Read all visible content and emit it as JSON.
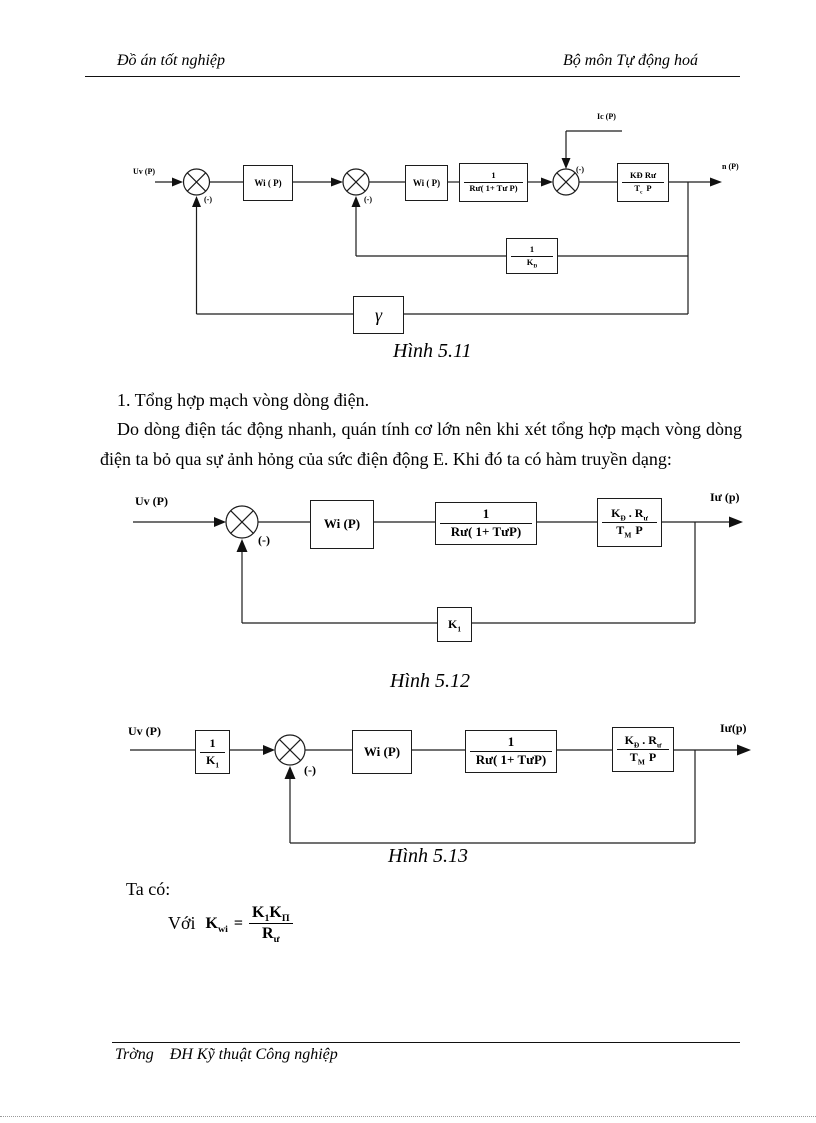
{
  "header": {
    "left": "Đồ án tốt nghiệp",
    "right": "Bộ môn Tự động hoá"
  },
  "section": {
    "heading": "1. Tổng hợp mạch vòng dòng điện.",
    "paragraph": "Do dòng điện tác động nhanh, quán tính cơ lớn nên khi xét tổng hợp mạch vòng dòng điện ta bỏ qua sự ảnh hỏng  của sức điện động E. Khi đó ta có hàm truyền dạng:",
    "ta_co": "Ta có:",
    "voi": "Với"
  },
  "diagram1": {
    "caption": "Hình 5.11",
    "input_label": "Uv (P)",
    "load_label": "Ic (P)",
    "output_label": "n (P)",
    "minus1": "(-)",
    "minus2": "(-)",
    "minus3": "(-)",
    "wi1": "Wi ( P)",
    "wi2": "Wi ( P)",
    "plant_num": "1",
    "plant_den": "Rư( 1+ Tư P)",
    "mech_num": "KĐ Rư",
    "mech_den_b": "T",
    "mech_den_s": "c",
    "mech_den_r": "P",
    "fb1_num": "1",
    "fb1_den_b": "K",
    "fb1_den_s": "Đ",
    "fb2": "γ"
  },
  "diagram2": {
    "caption": "Hình 5.12",
    "input_label": "Uv (P)",
    "output_label": "Iư (p)",
    "minus": "(-)",
    "wi": "Wi (P)",
    "plant_num": "1",
    "plant_den": "Rư( 1+ TưP)",
    "gain_num_b1": "K",
    "gain_num_s1": "Đ",
    "gain_num_m": " . R",
    "gain_num_s2": "ư",
    "gain_den_b": "T",
    "gain_den_s": "M",
    "gain_den_r": "P",
    "fb_b": "K",
    "fb_s": "1"
  },
  "diagram3": {
    "caption": "Hình 5.13",
    "input_label": "Uv (P)",
    "output_label": "Iư(p)",
    "minus": "(-)",
    "scale_num": "1",
    "scale_den_b": "K",
    "scale_den_s": "1",
    "wi": "Wi (P)",
    "plant_num": "1",
    "plant_den": "Rư( 1+ TưP)",
    "gain_num_b1": "K",
    "gain_num_s1": "Đ",
    "gain_num_m": " . R",
    "gain_num_s2": "ư",
    "gain_den_b": "T",
    "gain_den_s": "M",
    "gain_den_r": "P"
  },
  "formula": {
    "k_base": "K",
    "k_sub": "wi",
    "equals": "=",
    "num_b1": "K",
    "num_s1": "1",
    "num_b2": "K",
    "num_s2": "Π",
    "den_b": "R",
    "den_s": "ư"
  },
  "footer": {
    "text": "Trờng    ĐH Kỹ thuật Công nghiệp"
  }
}
